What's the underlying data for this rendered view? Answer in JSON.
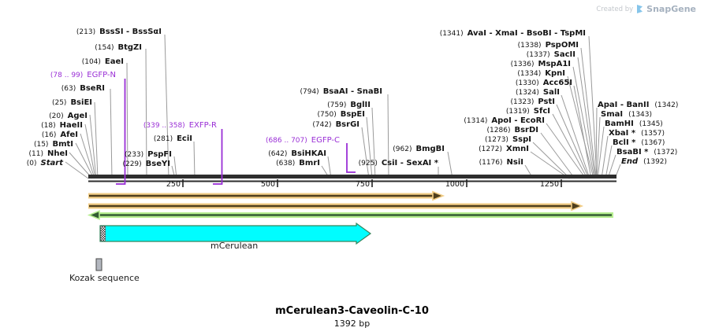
{
  "watermark": {
    "created_by": "Created by",
    "brand": "SnapGene"
  },
  "title": {
    "name": "mCerulean3-Caveolin-C-10",
    "size": "1392 bp"
  },
  "ruler": {
    "ticks": [
      "250",
      "500",
      "750",
      "1000",
      "1250"
    ]
  },
  "features": {
    "mcerulean": "mCerulean",
    "kozak": "Kozak sequence"
  },
  "labels": [
    {
      "pos": "(213)",
      "name": "BssSI - BssSαI"
    },
    {
      "pos": "(154)",
      "name": "BtgZI"
    },
    {
      "pos": "(104)",
      "name": "EaeI"
    },
    {
      "pos": "(78 .. 99)",
      "name": "EGFP-N",
      "type": "primer"
    },
    {
      "pos": "(63)",
      "name": "BseRI"
    },
    {
      "pos": "(25)",
      "name": "BsiEI"
    },
    {
      "pos": "(20)",
      "name": "AgeI"
    },
    {
      "pos": "(18)",
      "name": "HaeII"
    },
    {
      "pos": "(16)",
      "name": "AfeI"
    },
    {
      "pos": "(15)",
      "name": "BmtI"
    },
    {
      "pos": "(11)",
      "name": "NheI"
    },
    {
      "pos": "(0)",
      "name": "Start",
      "type": "terminus"
    },
    {
      "pos": "(339 .. 358)",
      "name": "EXFP-R",
      "type": "primer"
    },
    {
      "pos": "(281)",
      "name": "EciI"
    },
    {
      "pos": "(233)",
      "name": "PspFI"
    },
    {
      "pos": "(229)",
      "name": "BseYI"
    },
    {
      "pos": "(794)",
      "name": "BsaAI - SnaBI"
    },
    {
      "pos": "(759)",
      "name": "BglII"
    },
    {
      "pos": "(750)",
      "name": "BspEI"
    },
    {
      "pos": "(742)",
      "name": "BsrGI"
    },
    {
      "pos": "(686 .. 707)",
      "name": "EGFP-C",
      "type": "primer"
    },
    {
      "pos": "(642)",
      "name": "BsiHKAI"
    },
    {
      "pos": "(638)",
      "name": "BmrI"
    },
    {
      "pos": "(962)",
      "name": "BmgBI"
    },
    {
      "pos": "(925)",
      "name": "CsiI - SexAI *"
    },
    {
      "pos": "(1341)",
      "name": "AvaI - XmaI - BsoBI - TspMI"
    },
    {
      "pos": "(1338)",
      "name": "PspOMI"
    },
    {
      "pos": "(1337)",
      "name": "SacII"
    },
    {
      "pos": "(1336)",
      "name": "MspA1I"
    },
    {
      "pos": "(1334)",
      "name": "KpnI"
    },
    {
      "pos": "(1330)",
      "name": "Acc65I"
    },
    {
      "pos": "(1324)",
      "name": "SalI"
    },
    {
      "pos": "(1323)",
      "name": "PstI"
    },
    {
      "pos": "(1319)",
      "name": "SfcI"
    },
    {
      "pos": "(1314)",
      "name": "ApoI - EcoRI"
    },
    {
      "pos": "(1286)",
      "name": "BsrDI"
    },
    {
      "pos": "(1273)",
      "name": "SspI"
    },
    {
      "pos": "(1272)",
      "name": "XmnI"
    },
    {
      "pos": "(1176)",
      "name": "NsiI"
    },
    {
      "pos": "(1342)",
      "name": "ApaI - BanII"
    },
    {
      "pos": "(1343)",
      "name": "SmaI"
    },
    {
      "pos": "(1345)",
      "name": "BamHI"
    },
    {
      "pos": "(1357)",
      "name": "XbaI *"
    },
    {
      "pos": "(1367)",
      "name": "BclI *"
    },
    {
      "pos": "(1372)",
      "name": "BsaBI *"
    },
    {
      "pos": "(1392)",
      "name": "End",
      "type": "terminus"
    }
  ],
  "colors": {
    "primer_purple": "#9a2fd6",
    "bar_dark": "#2e2e2e",
    "arrow_tan": "#f2cd86",
    "arrow_brown": "#4f3f1d",
    "arrow_light_green": "#b6ee90",
    "arrow_dark_green": "#335c33",
    "cds_cyan": "#00fdff",
    "kozak_gray": "#b3b7bf"
  }
}
